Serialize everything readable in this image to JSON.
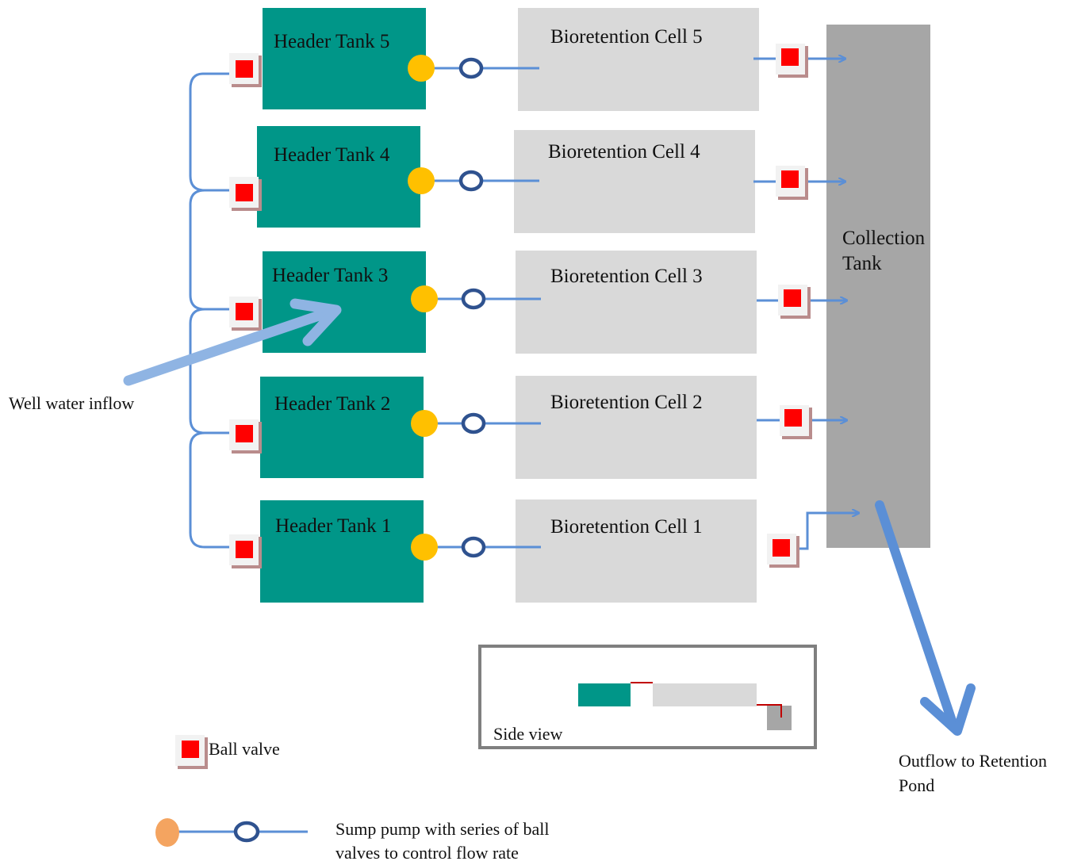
{
  "colors": {
    "tank": "#009688",
    "cell": "#d9d9d9",
    "collection": "#a6a6a6",
    "pipe": "#5b8fd6",
    "valve_red": "#ff0000",
    "pump": "#ffc000",
    "ring": "#2f528f",
    "inflow_arrow": "#8fb4e3",
    "outflow_arrow": "#5b8fd6",
    "sideview_border": "#7f7f7f",
    "sideview_red": "#c00000"
  },
  "tanks": [
    {
      "label": "Header Tank 5"
    },
    {
      "label": "Header Tank 4"
    },
    {
      "label": "Header Tank 3"
    },
    {
      "label": "Header Tank 2"
    },
    {
      "label": "Header Tank 1"
    }
  ],
  "cells": [
    {
      "label": "Bioretention Cell 5"
    },
    {
      "label": "Bioretention Cell 4"
    },
    {
      "label": "Bioretention Cell 3"
    },
    {
      "label": "Bioretention Cell 2"
    },
    {
      "label": "Bioretention Cell 1"
    }
  ],
  "collection": {
    "line1": "Collection",
    "line2": "Tank"
  },
  "inflow_label": "Well water inflow",
  "outflow": {
    "line1": "Outflow to Retention",
    "line2": "Pond"
  },
  "side_view_label": "Side view",
  "legend": {
    "ball_valve": "Ball valve",
    "pump_line1": "Sump  pump with series of ball",
    "pump_line2": "valves to control flow rate"
  }
}
